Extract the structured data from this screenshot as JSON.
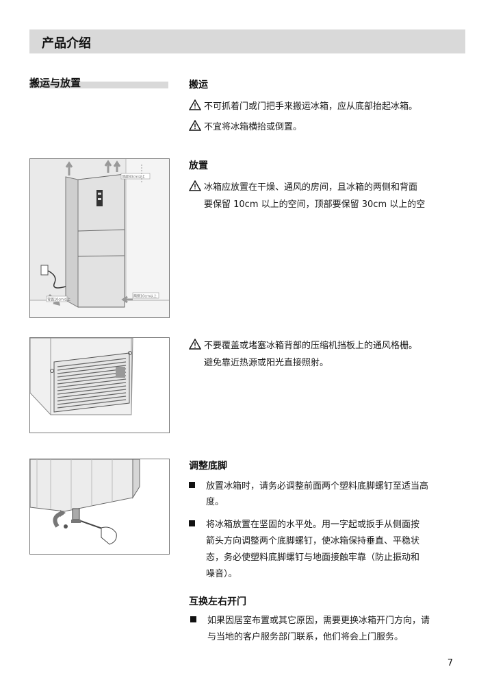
{
  "header": {
    "title": "产品介绍"
  },
  "side_heading": "搬运与放置",
  "section_transport": {
    "heading": "搬运",
    "warnings": [
      "不可抓着门或门把手来搬运冰箱，应从底部抬起冰箱。",
      "不宜将冰箱横抬或倒置。"
    ]
  },
  "section_placement": {
    "heading": "放置",
    "warning_line1": "冰箱应放置在干燥、通风的房间，且冰箱的两侧和背面",
    "warning_line2": "要保留 10cm 以上的空间，顶部要保留 30cm 以上的空",
    "figure_labels": {
      "top": "顶部30cm以上",
      "side": "两侧10cm以上",
      "back": "背面10cm以上"
    }
  },
  "section_ventilation": {
    "line1": "不要覆盖或堵塞冰箱背部的压缩机挡板上的通风格栅。",
    "line2": "避免靠近热源或阳光直接照射。"
  },
  "section_feet": {
    "heading": "调整底脚",
    "bullet1": [
      "放置冰箱时，请务必调整前面两个塑料底脚螺钉至适当高",
      "度。"
    ],
    "bullet2": [
      "将冰箱放置在坚固的水平处。用一字起或扳手从侧面按",
      "箭头方向调整两个底脚螺钉，使冰箱保持垂直、平稳状",
      "态，务必使塑料底脚螺钉与地面接触牢靠（防止振动和",
      "噪音）。"
    ]
  },
  "section_door": {
    "heading": "互换左右开门",
    "bullet1": [
      "如果因居室布置或其它原因，需要更换冰箱开门方向，请",
      "与当地的客户服务部门联系，他们将会上门服务。"
    ]
  },
  "page_number": "7"
}
